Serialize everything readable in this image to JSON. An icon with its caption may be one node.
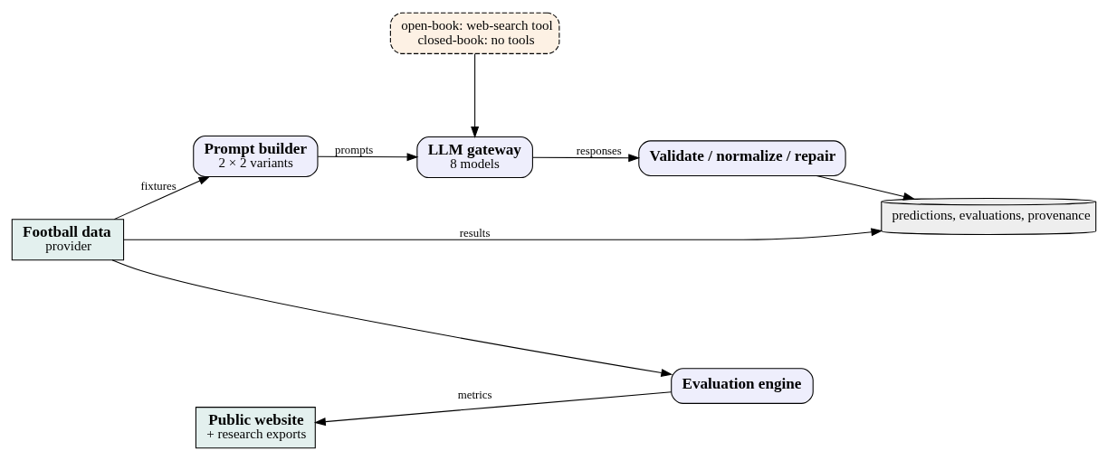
{
  "diagram": {
    "nodes": [
      {
        "text": [
          "Football data",
          "provider"
        ]
      },
      {
        "text": [
          "Prompt builder",
          "2 × 2 variants"
        ]
      },
      {
        "text": [
          "open-book: web-search tool",
          "closed-book: no tools"
        ]
      },
      {
        "text": [
          "LLM gateway",
          "8 models"
        ]
      },
      {
        "text": [
          "Validate / normalize / repair"
        ]
      },
      {
        "text": [
          "predictions, evaluations, provenance"
        ]
      },
      {
        "text": [
          "Public website",
          "+ research exports"
        ]
      },
      {
        "text": [
          "Evaluation engine"
        ]
      }
    ],
    "edges": [
      {
        "from": 0,
        "to": 1,
        "arrow": "to",
        "label": "fixtures"
      },
      {
        "from": 1,
        "to": 3,
        "arrow": "to",
        "label": "prompts"
      },
      {
        "from": 2,
        "to": 3,
        "arrow": "to"
      },
      {
        "from": 3,
        "to": 4,
        "arrow": "to",
        "label": "responses"
      },
      {
        "from": 4,
        "to": 5,
        "arrow": "to"
      },
      {
        "from": 0,
        "to": 5,
        "arrow": "to",
        "label": "results"
      },
      {
        "from": 0,
        "to": 7,
        "arrow": "to"
      },
      {
        "from": 7,
        "to": 6,
        "arrow": "to",
        "label": "metrics"
      }
    ]
  }
}
